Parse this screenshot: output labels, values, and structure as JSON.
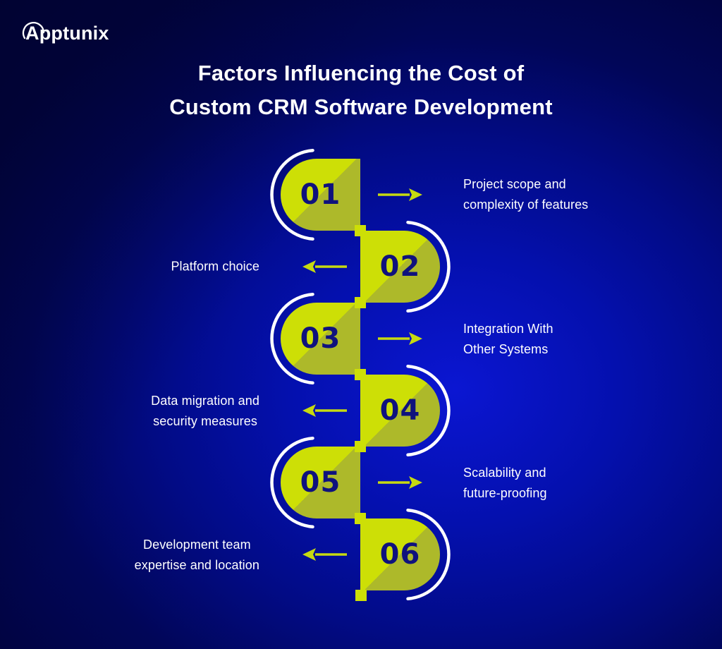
{
  "logo": {
    "text": "Apptunix"
  },
  "title": {
    "line1": "Factors Influencing the Cost of",
    "line2": "Custom CRM Software Development"
  },
  "steps": [
    {
      "number": "01",
      "side": "right",
      "label_line1": "Project scope and",
      "label_line2": "complexity of features"
    },
    {
      "number": "02",
      "side": "left",
      "label_line1": "Platform choice",
      "label_line2": ""
    },
    {
      "number": "03",
      "side": "right",
      "label_line1": "Integration With",
      "label_line2": "Other Systems"
    },
    {
      "number": "04",
      "side": "left",
      "label_line1": "Data migration and",
      "label_line2": "security measures"
    },
    {
      "number": "05",
      "side": "right",
      "label_line1": "Scalability and",
      "label_line2": "future-proofing"
    },
    {
      "number": "06",
      "side": "left",
      "label_line1": "Development team",
      "label_line2": "expertise and location"
    }
  ],
  "colors": {
    "background_deep": "#010442",
    "background_bright": "#0b16d2",
    "pill_lime": "#cddf06",
    "pill_olive": "#adb92a",
    "number_navy": "#0f127d",
    "arrow_lime": "#c6da10",
    "arc_white": "#ffffff",
    "text_white": "#ffffff"
  }
}
